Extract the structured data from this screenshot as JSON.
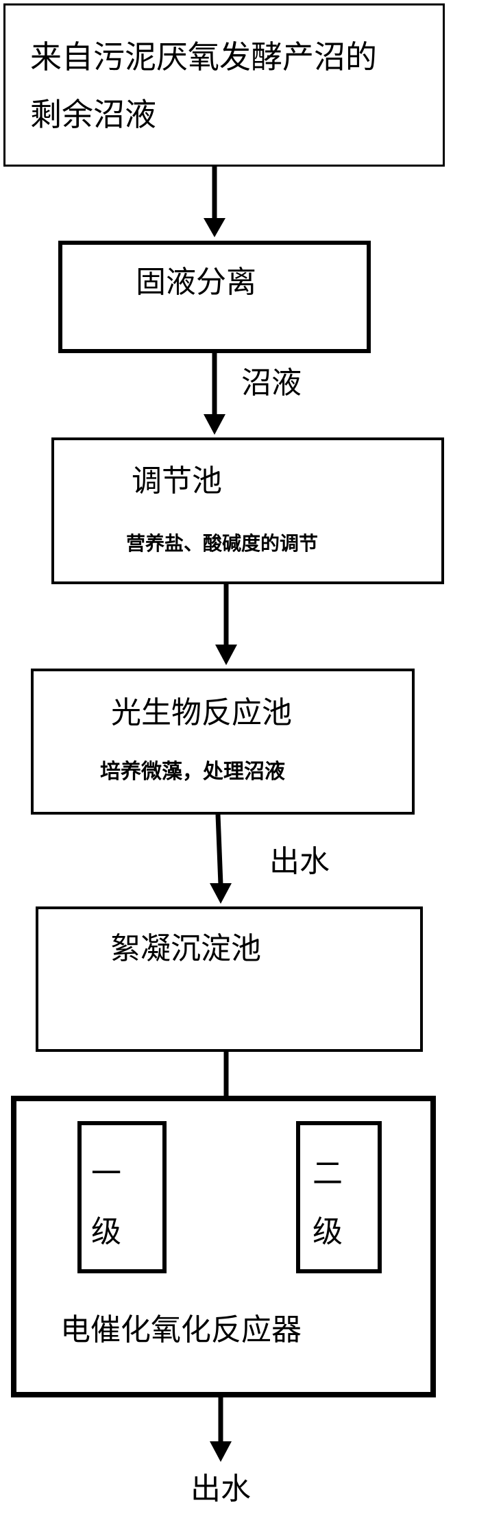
{
  "source": {
    "line1": "来自污泥厌氧发酵产沼的",
    "line2": "剩余沼液"
  },
  "separation": {
    "label": "固液分离"
  },
  "arrow_labels": {
    "biogas_liquid": "沼液",
    "effluent_1": "出水",
    "effluent_2": "出水"
  },
  "regulating_tank": {
    "title": "调节池",
    "note": "营养盐、酸碱度的调节"
  },
  "photobioreactor": {
    "title": "光生物反应池",
    "note": "培养微藻，处理沼液"
  },
  "flocculation": {
    "title": "絮凝沉淀池"
  },
  "reactor": {
    "title": "电催化氧化反应器",
    "stage_1": [
      "一",
      "级"
    ],
    "stage_2": [
      "二",
      "级"
    ]
  }
}
